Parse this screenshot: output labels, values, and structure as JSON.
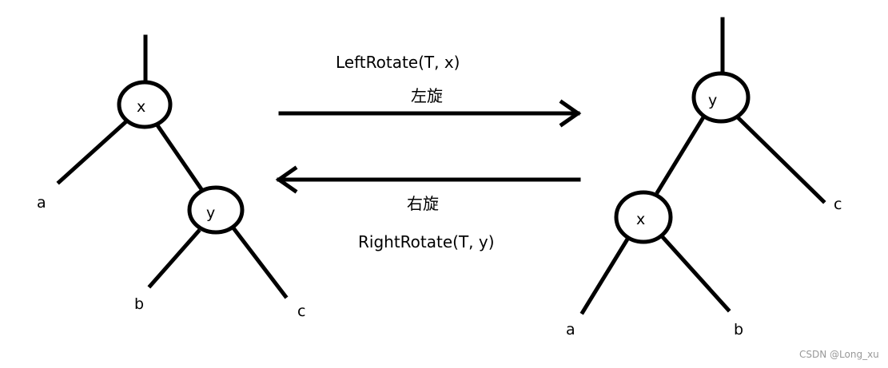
{
  "left_tree": {
    "root_node": "x",
    "child_node": "y",
    "leaf_a": "a",
    "leaf_b": "b",
    "leaf_c": "c"
  },
  "right_tree": {
    "root_node": "y",
    "child_node": "x",
    "leaf_a": "a",
    "leaf_b": "b",
    "leaf_c": "c"
  },
  "arrows": {
    "left_rotate_label": "LeftRotate(T, x)",
    "left_rotate_cn": "左旋",
    "right_rotate_cn": "右旋",
    "right_rotate_label": "RightRotate(T, y)"
  },
  "watermark": "CSDN @Long_xu",
  "colors": {
    "stroke": "#000000",
    "fill": "#ffffff",
    "watermark": "#999999"
  }
}
